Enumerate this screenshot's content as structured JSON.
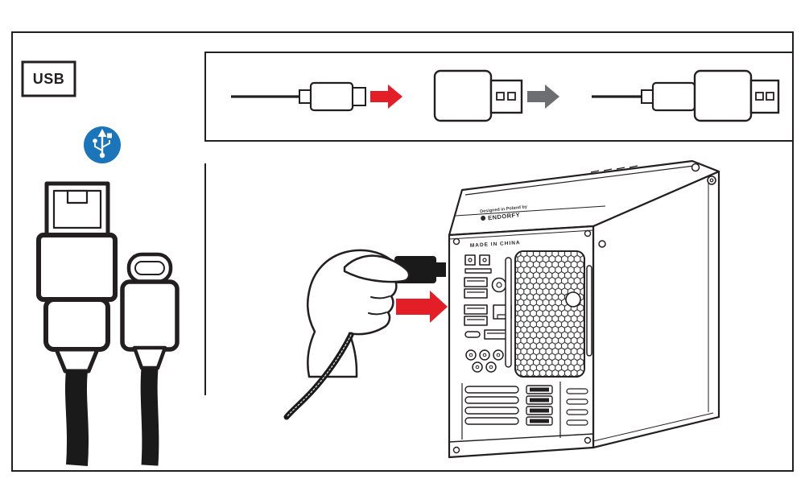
{
  "labels": {
    "section": "USB"
  },
  "usb_badge": {
    "icon": "usb-trident-icon",
    "color": "#1b75bb"
  },
  "colors": {
    "line": "#231f20",
    "arrow_red": "#e31e26",
    "arrow_gray": "#6d6e71",
    "cable": "#1a1a1a"
  },
  "top_sequence": {
    "step1_icon": "usb-plug-with-cable",
    "step2_icon": "red-arrow-right",
    "step3_icon": "usb-a-adapter",
    "step4_icon": "gray-arrow-right",
    "step5_icon": "plug-connected-to-adapter"
  },
  "left_panel": {
    "connector1_icon": "usb-a-connector",
    "connector2_icon": "usb-c-connector"
  },
  "scene": {
    "hand_icon": "hand-inserting-usb-plug",
    "arrow_icon": "red-arrow-right",
    "tower_icon": "pc-tower-rear-view",
    "tower": {
      "brand_line1": "Designed in Poland by",
      "brand_line2": "ENDORFY",
      "made_in": "MADE IN CHINA"
    }
  }
}
